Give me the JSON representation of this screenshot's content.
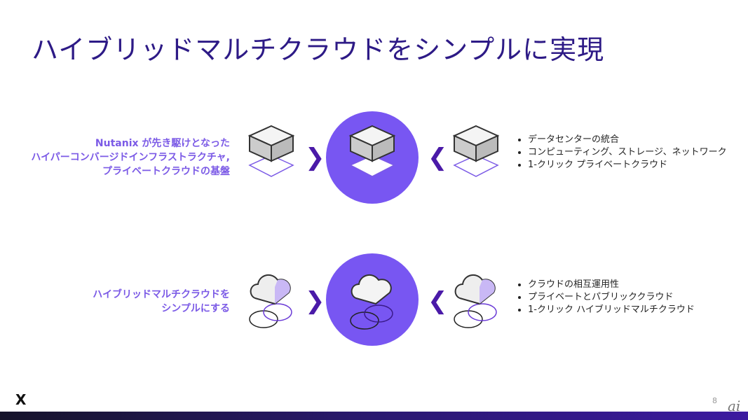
{
  "title": "ハイブリッドマルチクラウドをシンプルに実現",
  "row1": {
    "left_lines": [
      "Nutanix が先き駆けとなった",
      "ハイパーコンバージドインフラストラクチャ,",
      "プライベートクラウドの基盤"
    ],
    "bullets": [
      "データセンターの統合",
      "コンピューティング、ストレージ、ネットワーク",
      "1-クリック プライベートクラウド"
    ]
  },
  "row2": {
    "left_lines": [
      "ハイブリッドマルチクラウドを",
      "シンプルにする"
    ],
    "bullets": [
      "クラウドの相互運用性",
      "プライベートとパブリッククラウド",
      "1-クリック ハイブリッドマルチクラウド"
    ]
  },
  "chevrons": {
    "right": "❯",
    "left": "❮"
  },
  "footer": {
    "logo": "X",
    "page": "8",
    "watermark": "ai"
  },
  "colors": {
    "accent": "#7856f2",
    "title": "#2d1a86"
  }
}
